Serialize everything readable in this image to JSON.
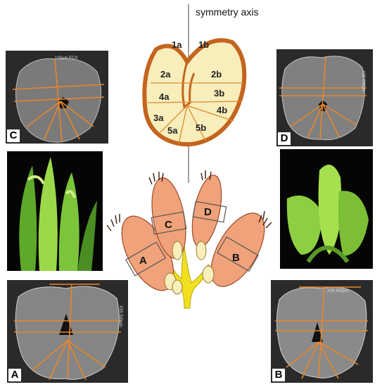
{
  "figure": {
    "axis_label": "symmetry axis",
    "sections": [
      "1a",
      "1b",
      "2a",
      "2b",
      "4a",
      "3b",
      "3a",
      "4b",
      "5a",
      "5b"
    ],
    "panels": {
      "C": {
        "letter": "C",
        "scale_text": "100µm  ECX"
      },
      "D": {
        "letter": "D",
        "scale_text": "X35  500µm"
      },
      "A": {
        "letter": "A",
        "scale_text": "X35  500µm"
      },
      "B": {
        "letter": "B",
        "scale_text": "X35  500µm"
      }
    },
    "spikelet_boxes": [
      "A",
      "B",
      "C",
      "D"
    ],
    "colors": {
      "line_orange": "#e8862a",
      "grain_fill": "#f8eebc",
      "grain_outline": "#c4641e",
      "floret_fill": "#f0a27a",
      "rachis_yellow": "#f2e020"
    }
  }
}
